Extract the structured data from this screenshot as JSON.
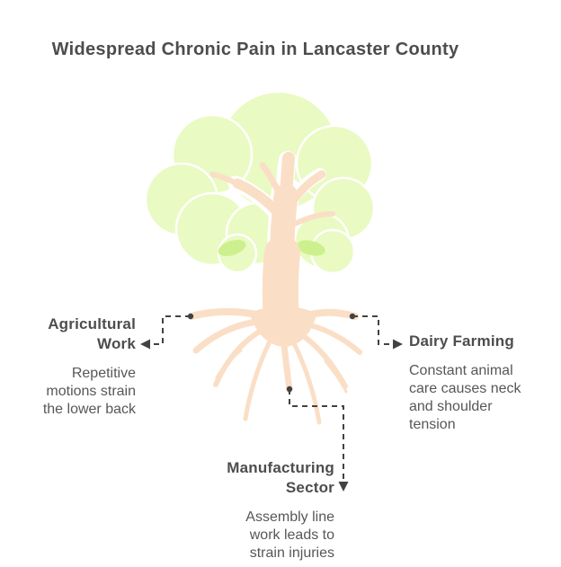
{
  "title": "Widespread Chronic Pain in Lancaster County",
  "colors": {
    "bg": "#ffffff",
    "ink": "#4d4d4d",
    "ink_soft": "#575757",
    "foliage": "#e9fac2",
    "foliage_bright": "#cdf08e",
    "trunk": "#fadfc6",
    "connector": "#424242"
  },
  "illustration": {
    "icon": "tree-with-roots"
  },
  "nodes": [
    {
      "id": "agricultural-work",
      "label": "Agricultural Work",
      "description": "Repetitive motions strain the lower back",
      "position": "left"
    },
    {
      "id": "dairy-farming",
      "label": "Dairy Farming",
      "description": "Constant animal care causes neck and shoulder tension",
      "position": "right"
    },
    {
      "id": "manufacturing-sector",
      "label": "Manufacturing Sector",
      "description": "Assembly line work leads to strain injuries",
      "position": "bottom"
    }
  ]
}
